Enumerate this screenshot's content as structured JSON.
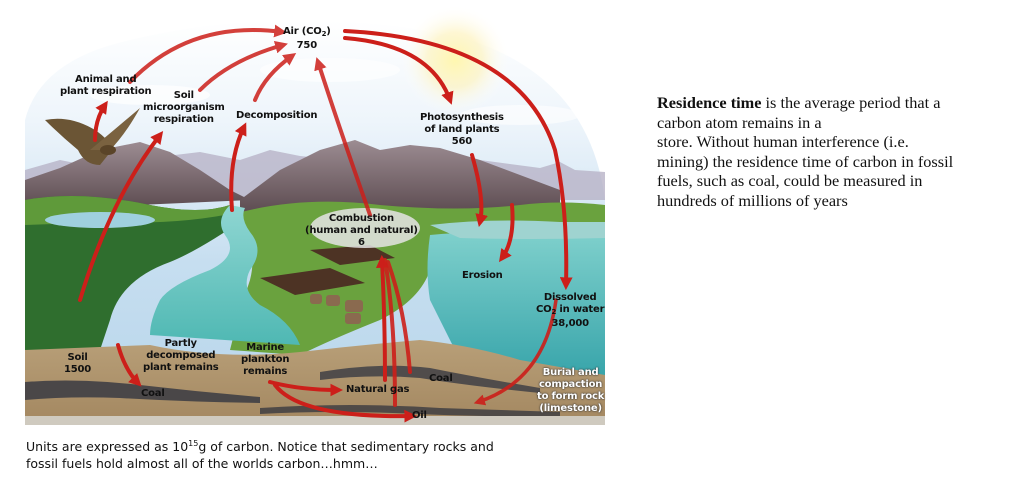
{
  "diagram": {
    "title": "Carbon cycle",
    "labels": {
      "air": {
        "line1_pre": "Air (CO",
        "line1_sub": "2",
        "line1_post": ")",
        "value": "750"
      },
      "animal_respiration": {
        "line1": "Animal and",
        "line2": "plant respiration"
      },
      "soil_respiration": {
        "line1": "Soil",
        "line2": "microorganism",
        "line3": "respiration"
      },
      "decomposition": {
        "line1": "Decomposition"
      },
      "photosynthesis": {
        "line1": "Photosynthesis",
        "line2": "of land plants",
        "value": "560"
      },
      "combustion": {
        "line1": "Combustion",
        "line2": "(human and natural)",
        "value": "6"
      },
      "erosion": {
        "line1": "Erosion"
      },
      "dissolved": {
        "line1": "Dissolved",
        "line2_pre": "CO",
        "line2_sub": "2",
        "line2_post": " in water",
        "value": "38,000"
      },
      "soil": {
        "line1": "Soil",
        "value": "1500"
      },
      "partly_decomposed": {
        "line1": "Partly",
        "line2": "decomposed",
        "line3": "plant remains"
      },
      "marine_plankton": {
        "line1": "Marine",
        "line2": "plankton",
        "line3": "remains"
      },
      "coal_left": {
        "line1": "Coal"
      },
      "natural_gas": {
        "line1": "Natural gas"
      },
      "coal_right": {
        "line1": "Coal"
      },
      "oil": {
        "line1": "Oil"
      },
      "burial": {
        "line1": "Burial and",
        "line2": "compaction",
        "line3": "to form rock",
        "line4": "(limestone)"
      }
    },
    "colors": {
      "arrow": "#cc1f1a",
      "water": "#6cc7c4",
      "sky": "#cfe3f2",
      "soil": "#b59a72"
    }
  },
  "caption": {
    "pre": "Units are expressed as 10",
    "sup": "15",
    "post_line1": "g of carbon. Notice that sedimentary rocks and",
    "line2": "fossil fuels hold almost all of the worlds carbon…hmm…"
  },
  "residence": {
    "bold": "Residence time",
    "line1_rest": " is the average period that a",
    "line2": "carbon atom remains in a",
    "line3": "store. Without human interference (i.e.",
    "line4": "mining) the residence time of carbon in fossil",
    "line5": "fuels, such as coal, could be measured in",
    "line6": "hundreds of millions of years"
  }
}
